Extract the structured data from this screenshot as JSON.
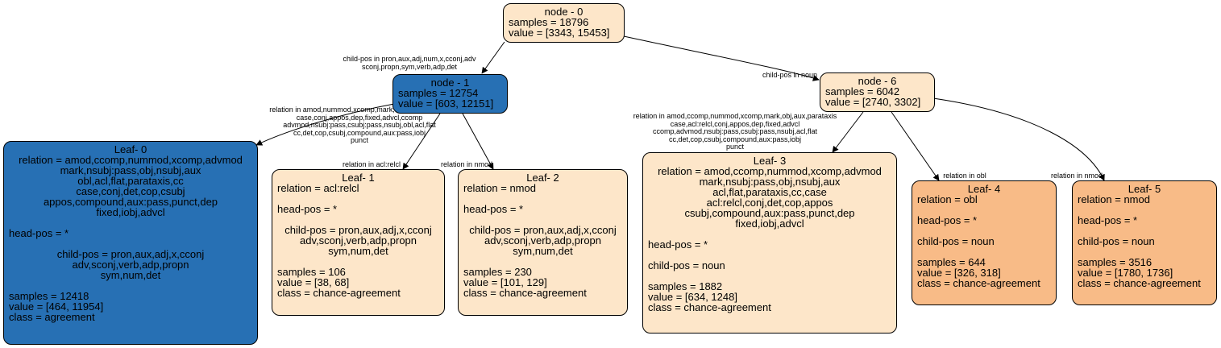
{
  "colors": {
    "light": "#fde6c9",
    "medium": "#f8bb87",
    "blue": "#2770b4",
    "edge": "#000000"
  },
  "nodes": [
    {
      "id": "n0",
      "color": "light",
      "lines": [
        {
          "t": "node - 0",
          "a": "c"
        },
        {
          "t": "samples = 18796",
          "a": "l"
        },
        {
          "t": "value = [3343, 15453]",
          "a": "l"
        }
      ]
    },
    {
      "id": "n1",
      "color": "blue",
      "lines": [
        {
          "t": "node - 1",
          "a": "c"
        },
        {
          "t": "samples = 12754",
          "a": "l"
        },
        {
          "t": "value = [603, 12151]",
          "a": "l"
        }
      ]
    },
    {
      "id": "n6",
      "color": "light",
      "lines": [
        {
          "t": "node - 6",
          "a": "c"
        },
        {
          "t": "samples = 6042",
          "a": "l"
        },
        {
          "t": "value = [2740, 3302]",
          "a": "l"
        }
      ]
    },
    {
      "id": "leaf0",
      "color": "blue",
      "lines": [
        {
          "t": "Leaf- 0",
          "a": "c"
        },
        {
          "t": "relation = amod,ccomp,nummod,xcomp,advmod",
          "a": "c"
        },
        {
          "t": "mark,nsubj:pass,obj,nsubj,aux",
          "a": "c"
        },
        {
          "t": "obl,acl,flat,parataxis,cc",
          "a": "c"
        },
        {
          "t": "case,conj,det,cop,csubj",
          "a": "c"
        },
        {
          "t": "appos,compound,aux:pass,punct,dep",
          "a": "c"
        },
        {
          "t": "fixed,iobj,advcl",
          "a": "c"
        },
        {
          "t": "",
          "a": "l"
        },
        {
          "t": "head-pos = *",
          "a": "l"
        },
        {
          "t": "",
          "a": "l"
        },
        {
          "t": "child-pos = pron,aux,adj,x,cconj",
          "a": "c"
        },
        {
          "t": "adv,sconj,verb,adp,propn",
          "a": "c"
        },
        {
          "t": "sym,num,det",
          "a": "c"
        },
        {
          "t": "",
          "a": "l"
        },
        {
          "t": "samples = 12418",
          "a": "l"
        },
        {
          "t": "value = [464, 11954]",
          "a": "l"
        },
        {
          "t": "class = agreement",
          "a": "l"
        }
      ]
    },
    {
      "id": "leaf1",
      "color": "light",
      "lines": [
        {
          "t": "Leaf- 1",
          "a": "c"
        },
        {
          "t": "relation = acl:relcl",
          "a": "l"
        },
        {
          "t": "",
          "a": "l"
        },
        {
          "t": "head-pos = *",
          "a": "l"
        },
        {
          "t": "",
          "a": "l"
        },
        {
          "t": "child-pos = pron,aux,adj,x,cconj",
          "a": "c"
        },
        {
          "t": "adv,sconj,verb,adp,propn",
          "a": "c"
        },
        {
          "t": "sym,num,det",
          "a": "c"
        },
        {
          "t": "",
          "a": "l"
        },
        {
          "t": "samples = 106",
          "a": "l"
        },
        {
          "t": "value = [38, 68]",
          "a": "l"
        },
        {
          "t": "class = chance-agreement",
          "a": "l"
        }
      ]
    },
    {
      "id": "leaf2",
      "color": "light",
      "lines": [
        {
          "t": "Leaf- 2",
          "a": "c"
        },
        {
          "t": "relation = nmod",
          "a": "l"
        },
        {
          "t": "",
          "a": "l"
        },
        {
          "t": "head-pos = *",
          "a": "l"
        },
        {
          "t": "",
          "a": "l"
        },
        {
          "t": "child-pos = pron,aux,adj,x,cconj",
          "a": "c"
        },
        {
          "t": "adv,sconj,verb,adp,propn",
          "a": "c"
        },
        {
          "t": "sym,num,det",
          "a": "c"
        },
        {
          "t": "",
          "a": "l"
        },
        {
          "t": "samples = 230",
          "a": "l"
        },
        {
          "t": "value = [101, 129]",
          "a": "l"
        },
        {
          "t": "class = chance-agreement",
          "a": "l"
        }
      ]
    },
    {
      "id": "leaf3",
      "color": "light",
      "lines": [
        {
          "t": "Leaf- 3",
          "a": "c"
        },
        {
          "t": "relation = amod,ccomp,nummod,xcomp,advmod",
          "a": "c"
        },
        {
          "t": "mark,nsubj:pass,obj,nsubj,aux",
          "a": "c"
        },
        {
          "t": "acl,flat,parataxis,cc,case",
          "a": "c"
        },
        {
          "t": "acl:relcl,conj,det,cop,appos",
          "a": "c"
        },
        {
          "t": "csubj,compound,aux:pass,punct,dep",
          "a": "c"
        },
        {
          "t": "fixed,iobj,advcl",
          "a": "c"
        },
        {
          "t": "",
          "a": "l"
        },
        {
          "t": "head-pos = *",
          "a": "l"
        },
        {
          "t": "",
          "a": "l"
        },
        {
          "t": "child-pos = noun",
          "a": "l"
        },
        {
          "t": "",
          "a": "l"
        },
        {
          "t": "samples = 1882",
          "a": "l"
        },
        {
          "t": "value = [634, 1248]",
          "a": "l"
        },
        {
          "t": "class = chance-agreement",
          "a": "l"
        }
      ]
    },
    {
      "id": "leaf4",
      "color": "medium",
      "lines": [
        {
          "t": "Leaf- 4",
          "a": "c"
        },
        {
          "t": "relation = obl",
          "a": "l"
        },
        {
          "t": "",
          "a": "l"
        },
        {
          "t": "head-pos = *",
          "a": "l"
        },
        {
          "t": "",
          "a": "l"
        },
        {
          "t": "child-pos = noun",
          "a": "l"
        },
        {
          "t": "",
          "a": "l"
        },
        {
          "t": "samples = 644",
          "a": "l"
        },
        {
          "t": "value = [326, 318]",
          "a": "l"
        },
        {
          "t": "class = chance-agreement",
          "a": "l"
        }
      ]
    },
    {
      "id": "leaf5",
      "color": "medium",
      "lines": [
        {
          "t": "Leaf- 5",
          "a": "c"
        },
        {
          "t": "relation = nmod",
          "a": "l"
        },
        {
          "t": "",
          "a": "l"
        },
        {
          "t": "head-pos = *",
          "a": "l"
        },
        {
          "t": "",
          "a": "l"
        },
        {
          "t": "child-pos = noun",
          "a": "l"
        },
        {
          "t": "",
          "a": "l"
        },
        {
          "t": "samples = 3516",
          "a": "l"
        },
        {
          "t": "value = [1780, 1736]",
          "a": "l"
        },
        {
          "t": "class = chance-agreement",
          "a": "l"
        }
      ]
    }
  ],
  "edges": [
    {
      "from": "n0",
      "to": "n1",
      "label": [
        "child-pos in pron,aux,adj,num,x,cconj,adv",
        "sconj,propn,sym,verb,adp,det"
      ]
    },
    {
      "from": "n0",
      "to": "n6",
      "label": [
        "child-pos in noun"
      ]
    },
    {
      "from": "n1",
      "to": "leaf0",
      "label": [
        "relation in amod,nummod,xcomp,mark,obj,aux,parataxis",
        "case,conj,appos,dep,fixed,advcl,ccomp",
        "advmod,nsubj:pass,csubj:pass,nsubj,obl,acl,flat",
        "cc,det,cop,csubj,compound,aux:pass,iobj",
        "punct"
      ]
    },
    {
      "from": "n1",
      "to": "leaf1",
      "label": [
        "relation in acl:relcl"
      ]
    },
    {
      "from": "n1",
      "to": "leaf2",
      "label": [
        "relation in nmod"
      ]
    },
    {
      "from": "n6",
      "to": "leaf3",
      "label": [
        "relation in amod,ccomp,nummod,xcomp,mark,obj,aux,parataxis",
        "case,acl:relcl,conj,appos,dep,fixed,advcl",
        "ccomp,advmod,nsubj:pass,csubj:pass,nsubj,acl,flat",
        "cc,det,cop,csubj,compound,aux:pass,iobj",
        "punct"
      ]
    },
    {
      "from": "n6",
      "to": "leaf4",
      "label": [
        "relation in obl"
      ]
    },
    {
      "from": "n6",
      "to": "leaf5",
      "label": [
        "relation in nmod"
      ]
    }
  ]
}
